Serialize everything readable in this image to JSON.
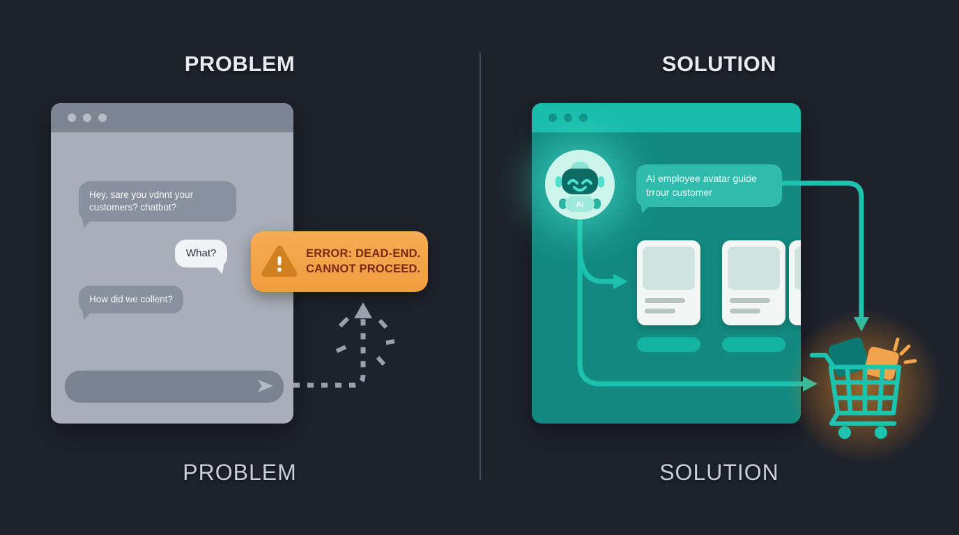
{
  "canvas": {
    "background": "#1e222c",
    "divider_color": "#454b57"
  },
  "problem": {
    "title_top": "PROBLEM",
    "title_bottom": "PROBLEM",
    "window": {
      "dots": 3,
      "messages": [
        {
          "from": "bot",
          "text": "Hey, sare you vdnnt your customers? chatbot?"
        },
        {
          "from": "user",
          "text": "What?"
        },
        {
          "from": "bot",
          "text": "How did we collent?"
        }
      ],
      "input": {
        "value": "",
        "placeholder": "",
        "send_icon": "send-arrow"
      }
    },
    "error_badge": {
      "icon": "warning-triangle",
      "line1": "ERROR: DEAD-END.",
      "line2": "CANNOT PROCEED.",
      "bg": "#f2a347",
      "text_color": "#7b2a12"
    },
    "dead_end_arrow_icon": "dashed-confused-arrow"
  },
  "solution": {
    "title_top": "SOLUTION",
    "title_bottom": "SOLUTION",
    "window": {
      "dots": 3,
      "avatar": {
        "icon": "ai-robot",
        "label": "AI"
      },
      "speech_bubble": "AI employee avatar guide trrour customer",
      "product_cards": 3,
      "flow_arrow_icon": "guide-flow-arrows"
    },
    "cart": {
      "icon": "shopping-cart",
      "sparkle_icon": "purchase-sparkle"
    },
    "accent": "#1dc2af",
    "glow_color": "#e69128"
  }
}
